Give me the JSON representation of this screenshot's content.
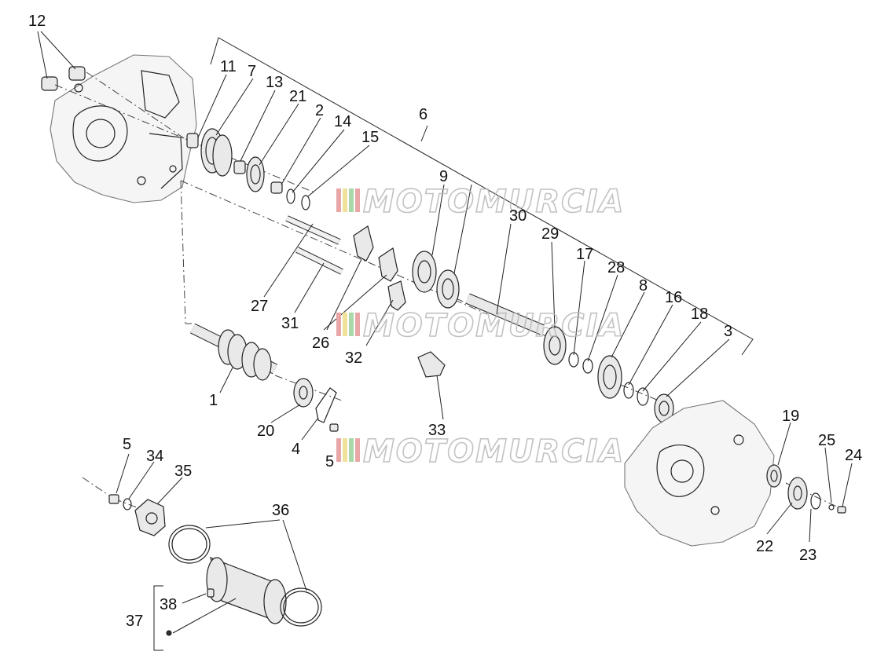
{
  "callouts": [
    "12",
    "11",
    "7",
    "13",
    "21",
    "2",
    "14",
    "15",
    "6",
    "9",
    "30",
    "29",
    "17",
    "28",
    "8",
    "16",
    "18",
    "3",
    "27",
    "31",
    "26",
    "32",
    "1",
    "33",
    "20",
    "4",
    "5",
    "19",
    "25",
    "24",
    "22",
    "23",
    "5",
    "34",
    "35",
    "36",
    "37",
    "38"
  ],
  "watermark": "MOTOMURCIA"
}
